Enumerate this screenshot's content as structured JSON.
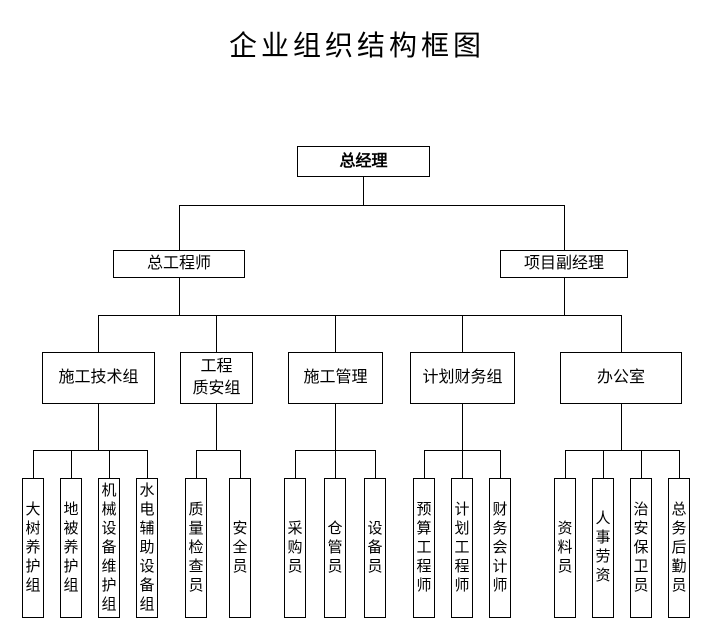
{
  "title": "企业组织结构框图",
  "org": {
    "root": {
      "label": "总经理"
    },
    "level2": [
      {
        "label": "总工程师"
      },
      {
        "label": "项目副经理"
      }
    ],
    "level3": [
      {
        "label": "施工技术组"
      },
      {
        "label": "工程\n质安组"
      },
      {
        "label": "施工管理"
      },
      {
        "label": "计划财务组"
      },
      {
        "label": "办公室"
      }
    ],
    "level4": [
      {
        "label": "大树养护组"
      },
      {
        "label": "地被养护组"
      },
      {
        "label": "机械设备维护组"
      },
      {
        "label": "水电辅助设备组"
      },
      {
        "label": "质量检查员"
      },
      {
        "label": "安全员"
      },
      {
        "label": "采购员"
      },
      {
        "label": "仓管员"
      },
      {
        "label": "设备员"
      },
      {
        "label": "预算工程师"
      },
      {
        "label": "计划工程师"
      },
      {
        "label": "财务会计师"
      },
      {
        "label": "资料员"
      },
      {
        "label": "人事劳资"
      },
      {
        "label": "治安保卫员"
      },
      {
        "label": "总务后勤员"
      }
    ]
  }
}
